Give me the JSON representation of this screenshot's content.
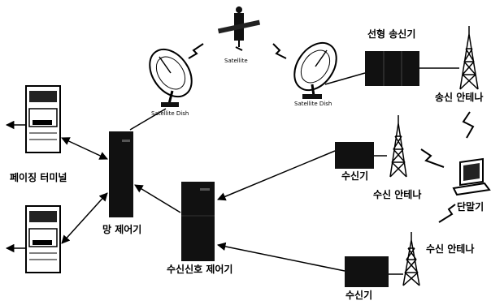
{
  "labels": {
    "satellite": "Satellite",
    "dish_left": "Satellite Dish",
    "dish_right": "Satellite Dish",
    "linear_tx": "선형 송신기",
    "tx_antenna": "송신 안테나",
    "paging_terminal": "페이징 터미널",
    "network_controller": "망 제어기",
    "receiver_top": "수신기",
    "rx_antenna_top": "수신 안테나",
    "handset": "단말기",
    "rx_signal_controller": "수신신호 제어기",
    "receiver_bottom": "수신기",
    "rx_antenna_bottom": "수신 안테나"
  },
  "colors": {
    "ink": "#000000",
    "paper": "#ffffff",
    "equipment": "#111111"
  }
}
